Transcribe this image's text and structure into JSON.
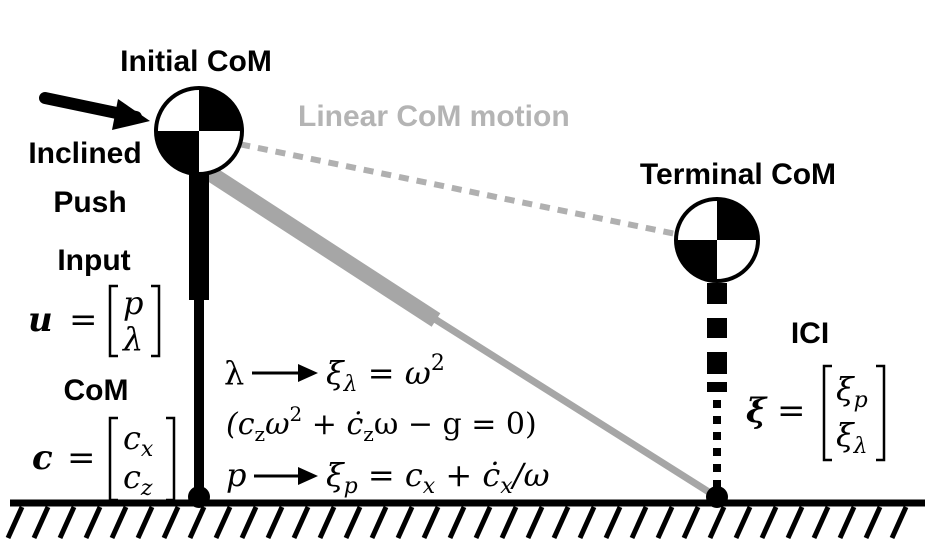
{
  "labels": {
    "initial_com": "Initial CoM",
    "linear_motion": "Linear CoM motion",
    "inclined": "Inclined",
    "push": "Push",
    "terminal_com": "Terminal CoM",
    "input": "Input",
    "com": "CoM",
    "ici": "ICI"
  },
  "equations": {
    "u_sym": "u",
    "u_eq": "=",
    "u_top": "p",
    "u_bot": "λ",
    "c_sym": "c",
    "c_eq": "=",
    "c_top": "c",
    "c_top_sub": "x",
    "c_bot": "c",
    "c_bot_sub": "z",
    "xi_sym": "ξ",
    "xi_eq": "=",
    "xi_top": "ξ",
    "xi_top_sub": "p",
    "xi_bot": "ξ",
    "xi_bot_sub": "λ",
    "lambda_in": "λ",
    "lambda_rhs_1": "ξ",
    "lambda_rhs_sub": "λ",
    "lambda_rhs_2": " = ω",
    "lambda_rhs_sup": "2",
    "constraint_1": "(c",
    "constraint_sub1": "z",
    "constraint_2": "ω",
    "constraint_sup": "2",
    "constraint_3": " + ċ",
    "constraint_sub2": "z",
    "constraint_4": "ω − g = 0)",
    "p_in": "p",
    "p_rhs_1": "ξ",
    "p_rhs_sub": "p",
    "p_rhs_2": " = c",
    "p_rhs_sub2": "x",
    "p_rhs_3": " + ċ",
    "p_rhs_sub3": "x",
    "p_rhs_4": "/ω"
  },
  "colors": {
    "ink": "#000000",
    "gray_text": "#b4b4b4",
    "gray_leg": "#a6a6a6",
    "gray_dotted": "#b0b0b0"
  }
}
